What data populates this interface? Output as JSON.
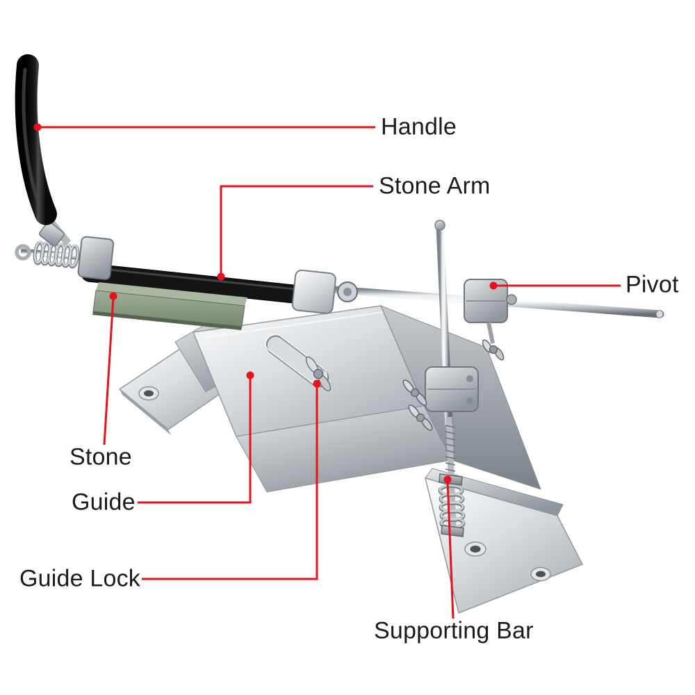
{
  "style": {
    "background": "#ffffff",
    "callout_color": "#e8121c",
    "label_color": "#1b1b1b"
  },
  "labels": {
    "handle": "Handle",
    "stone_arm": "Stone Arm",
    "pivot": "Pivot",
    "stone": "Stone",
    "guide": "Guide",
    "guide_lock": "Guide Lock",
    "supporting_bar": "Supporting Bar"
  }
}
